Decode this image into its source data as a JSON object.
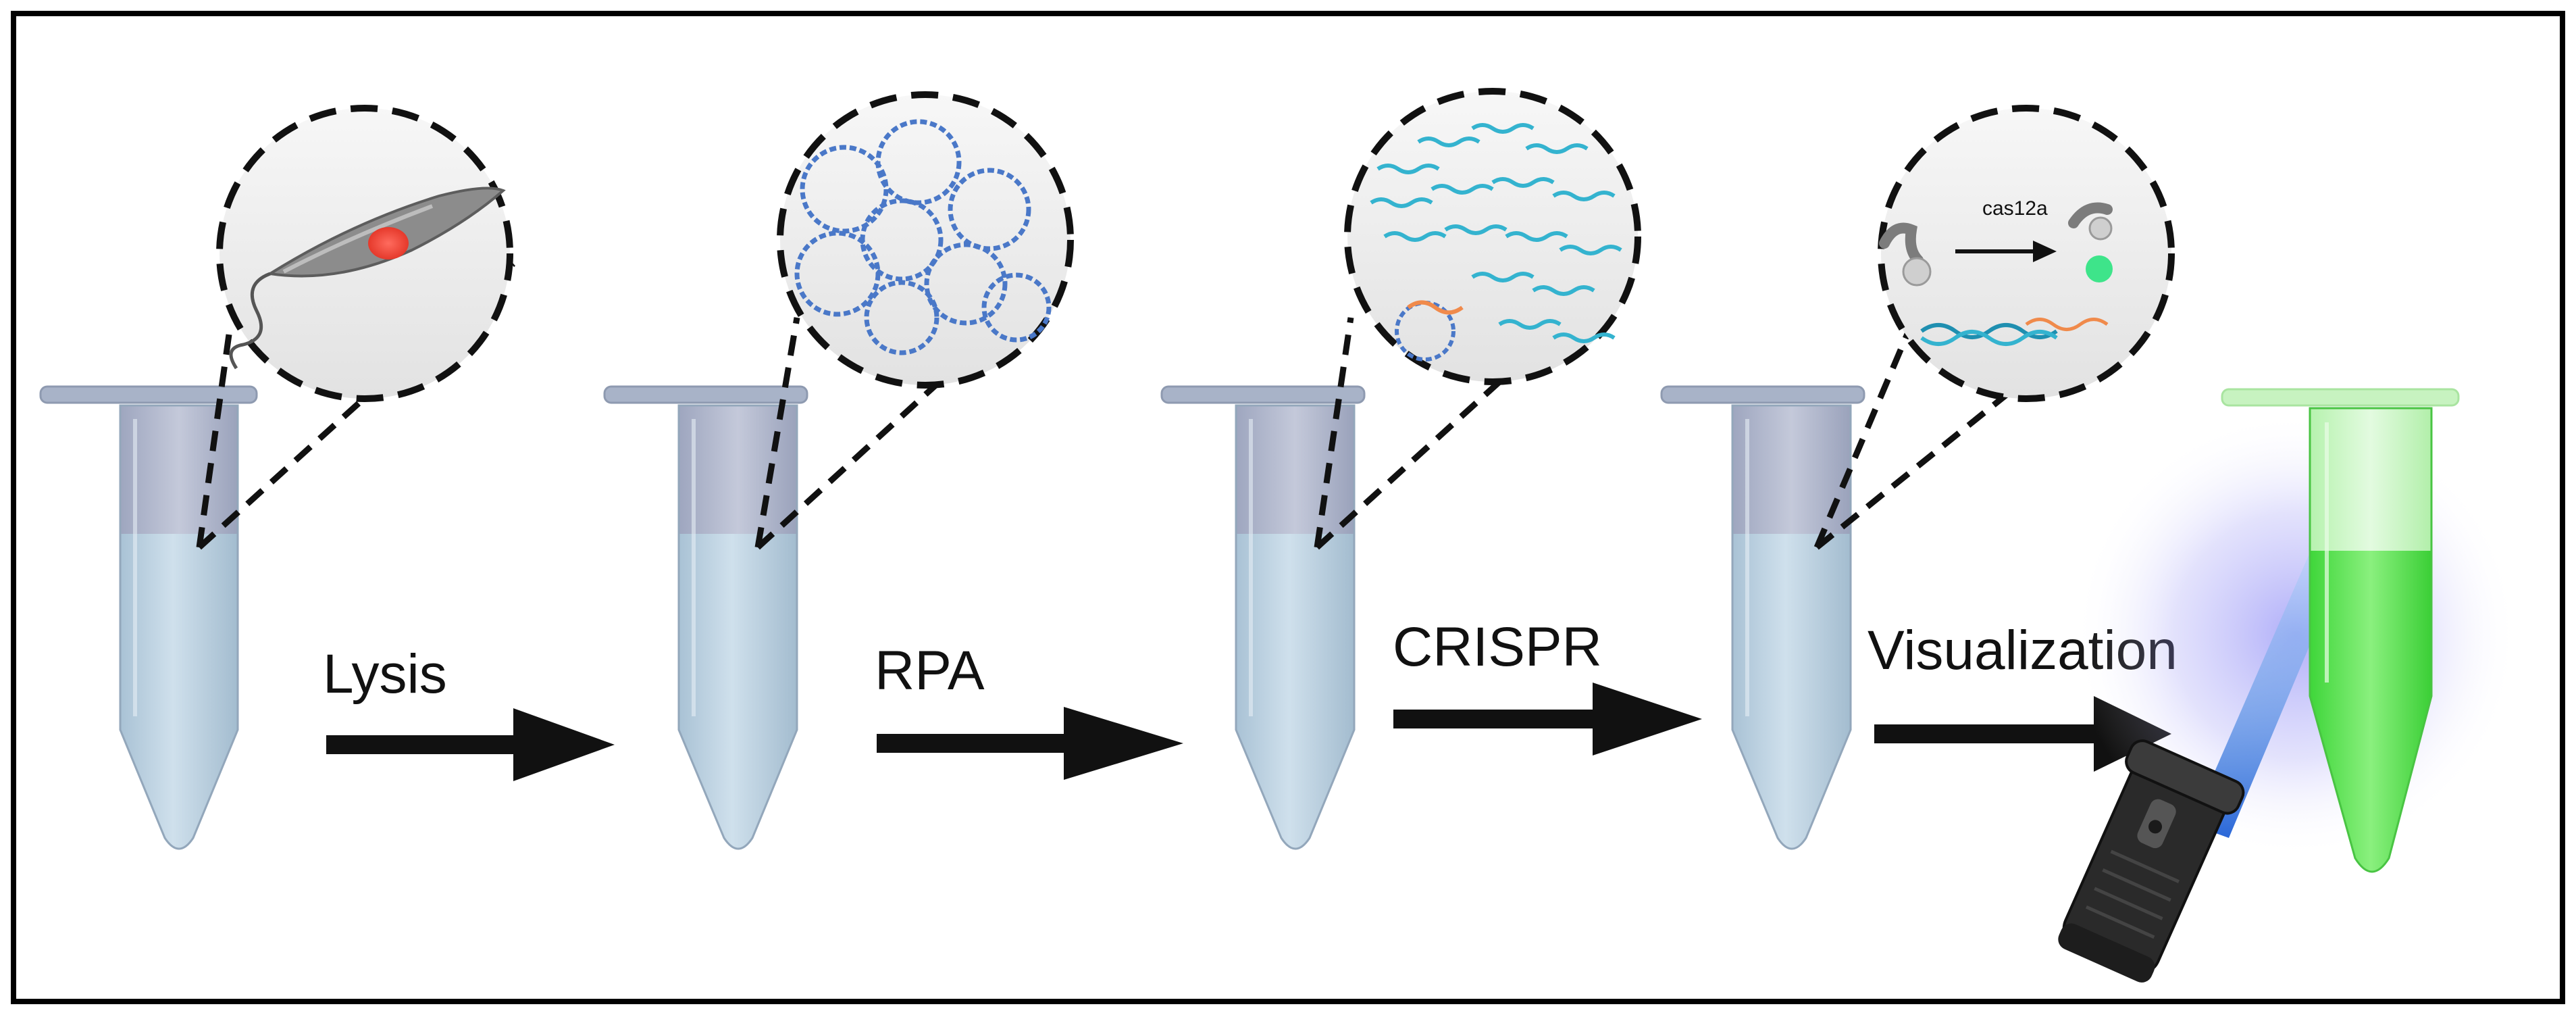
{
  "steps": [
    {
      "label": "Lysis"
    },
    {
      "label": "RPA"
    },
    {
      "label": "CRISPR"
    },
    {
      "label": "Visualization"
    }
  ],
  "enzyme": {
    "label": "cas12a"
  },
  "colors": {
    "frame": "#000000",
    "tube_liquid": "#bfd6e6",
    "tube_cap": "#aab6cc",
    "tube_upper": "#b9bfd3",
    "arrow": "#111111",
    "dna_blue": "#4a78c8",
    "amplicon_cyan": "#34b3cf",
    "crrna_orange": "#f08a4b",
    "glow_green": "#4fe04a",
    "uv_light": "#5a6cf0",
    "pathogen_red": "#ef4a3a"
  },
  "icons": [
    "parasite-icon",
    "circular-dna-icon",
    "amplicon-icon",
    "reporter-icon",
    "flashlight-icon"
  ]
}
